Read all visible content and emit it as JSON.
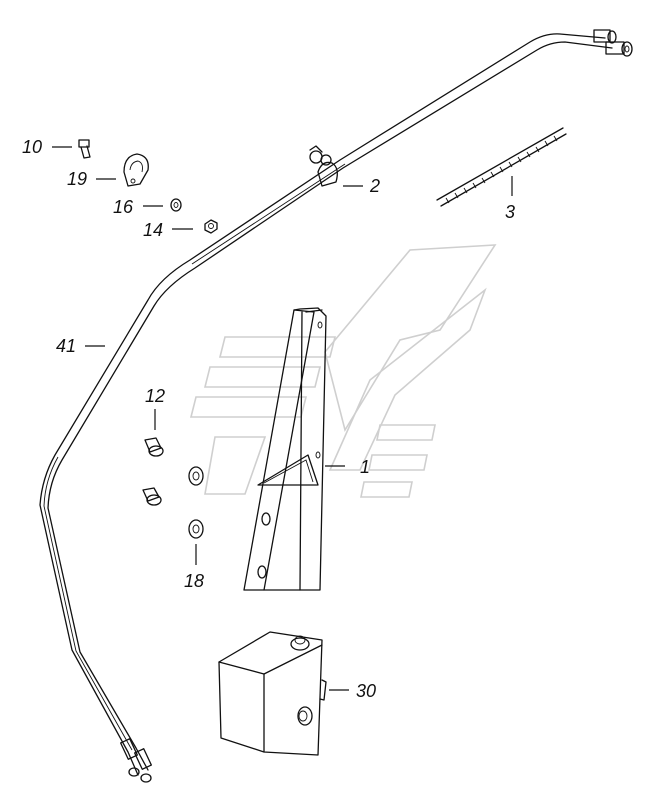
{
  "callouts": [
    {
      "key": "c10",
      "text": "10"
    },
    {
      "key": "c19",
      "text": "19"
    },
    {
      "key": "c16",
      "text": "16"
    },
    {
      "key": "c14",
      "text": "14"
    },
    {
      "key": "c2",
      "text": "2"
    },
    {
      "key": "c3",
      "text": "3"
    },
    {
      "key": "c41",
      "text": "41"
    },
    {
      "key": "c12",
      "text": "12"
    },
    {
      "key": "c1",
      "text": "1"
    },
    {
      "key": "c18",
      "text": "18"
    },
    {
      "key": "c30",
      "text": "30"
    }
  ],
  "colors": {
    "line": "#111111",
    "watermark": "#cfcfcf",
    "background": "#ffffff"
  }
}
